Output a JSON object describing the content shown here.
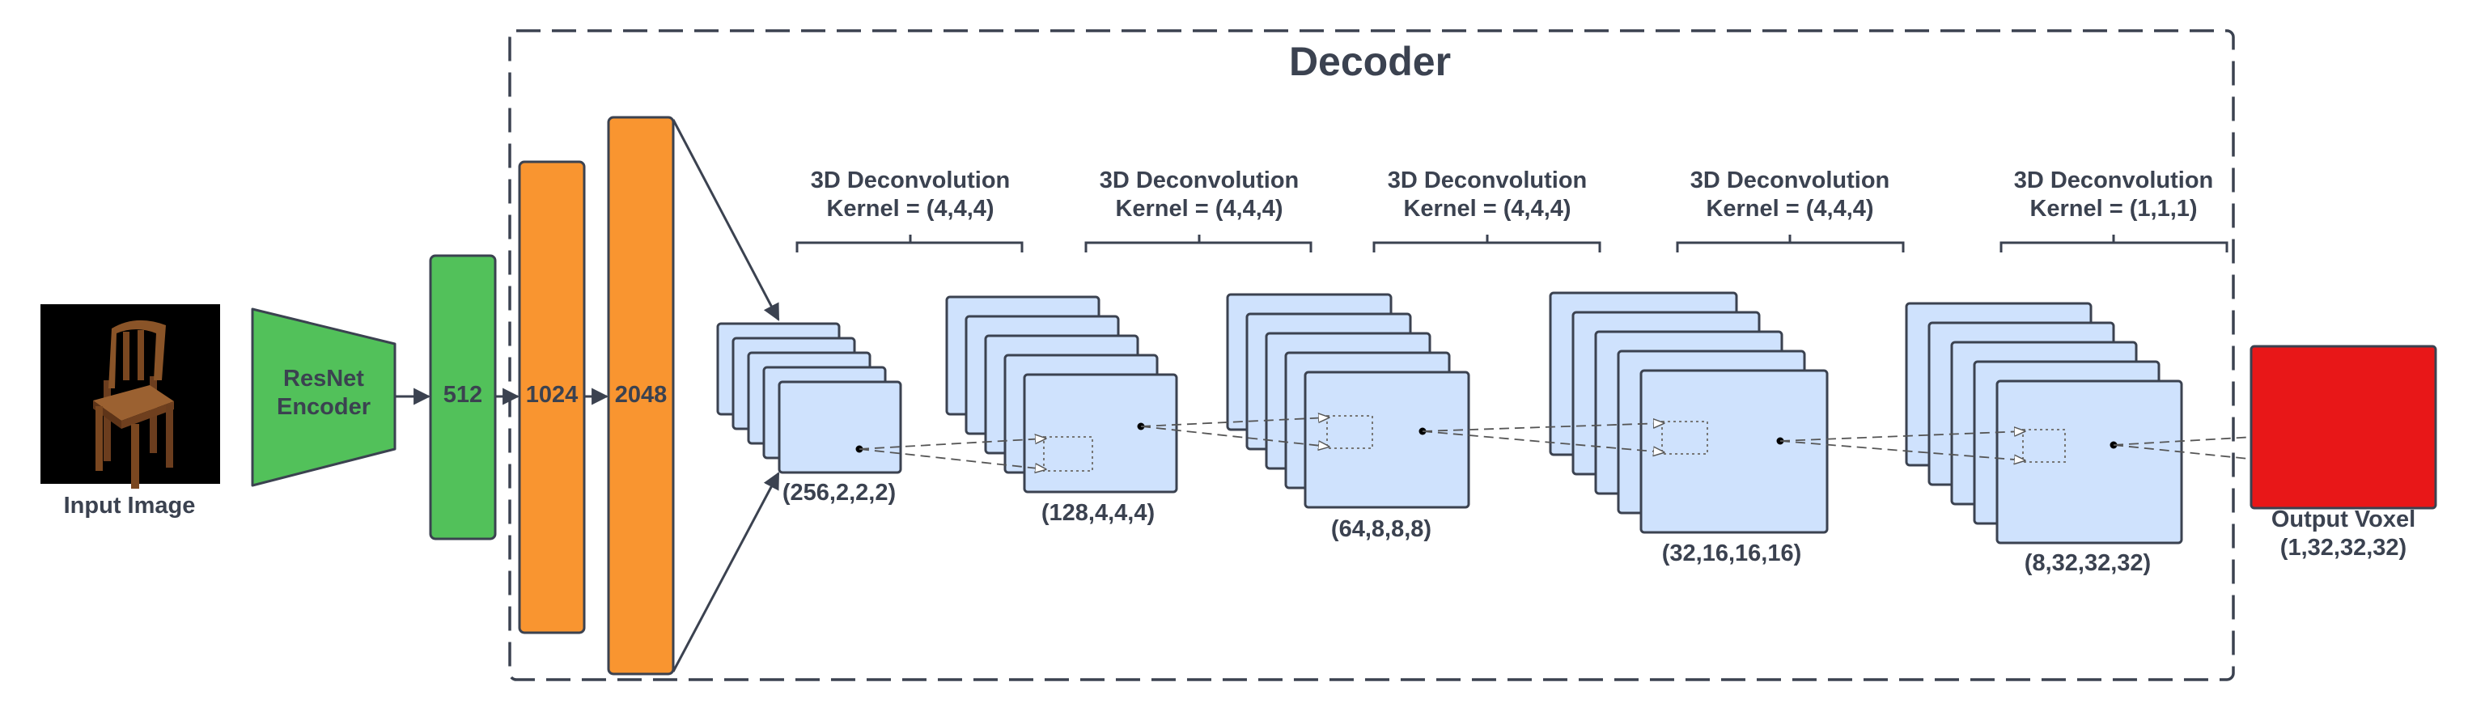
{
  "title": "Decoder",
  "input": {
    "label": "Input Image"
  },
  "encoder": {
    "line1": "ResNet",
    "line2": "Encoder"
  },
  "fc_layers": [
    "512",
    "1024",
    "2048"
  ],
  "stages": [
    {
      "title": "3D Deconvolution",
      "kernel": "Kernel = (4,4,4)",
      "shape": "(256,2,2,2)"
    },
    {
      "title": "3D Deconvolution",
      "kernel": "Kernel = (4,4,4)",
      "shape": "(128,4,4,4)"
    },
    {
      "title": "3D Deconvolution",
      "kernel": "Kernel = (4,4,4)",
      "shape": "(64,8,8,8)"
    },
    {
      "title": "3D Deconvolution",
      "kernel": "Kernel = (4,4,4)",
      "shape": "(32,16,16,16)"
    },
    {
      "title": "3D Deconvolution",
      "kernel": "Kernel = (1,1,1)",
      "shape": "(8,32,32,32)"
    }
  ],
  "output": {
    "line1": "Output Voxel",
    "line2": "(1,32,32,32)"
  },
  "colors": {
    "green": "#52c15a",
    "orange": "#f99530",
    "feature_map": "#cfe2fd",
    "output": "#e81718",
    "stroke": "#3b4250"
  }
}
